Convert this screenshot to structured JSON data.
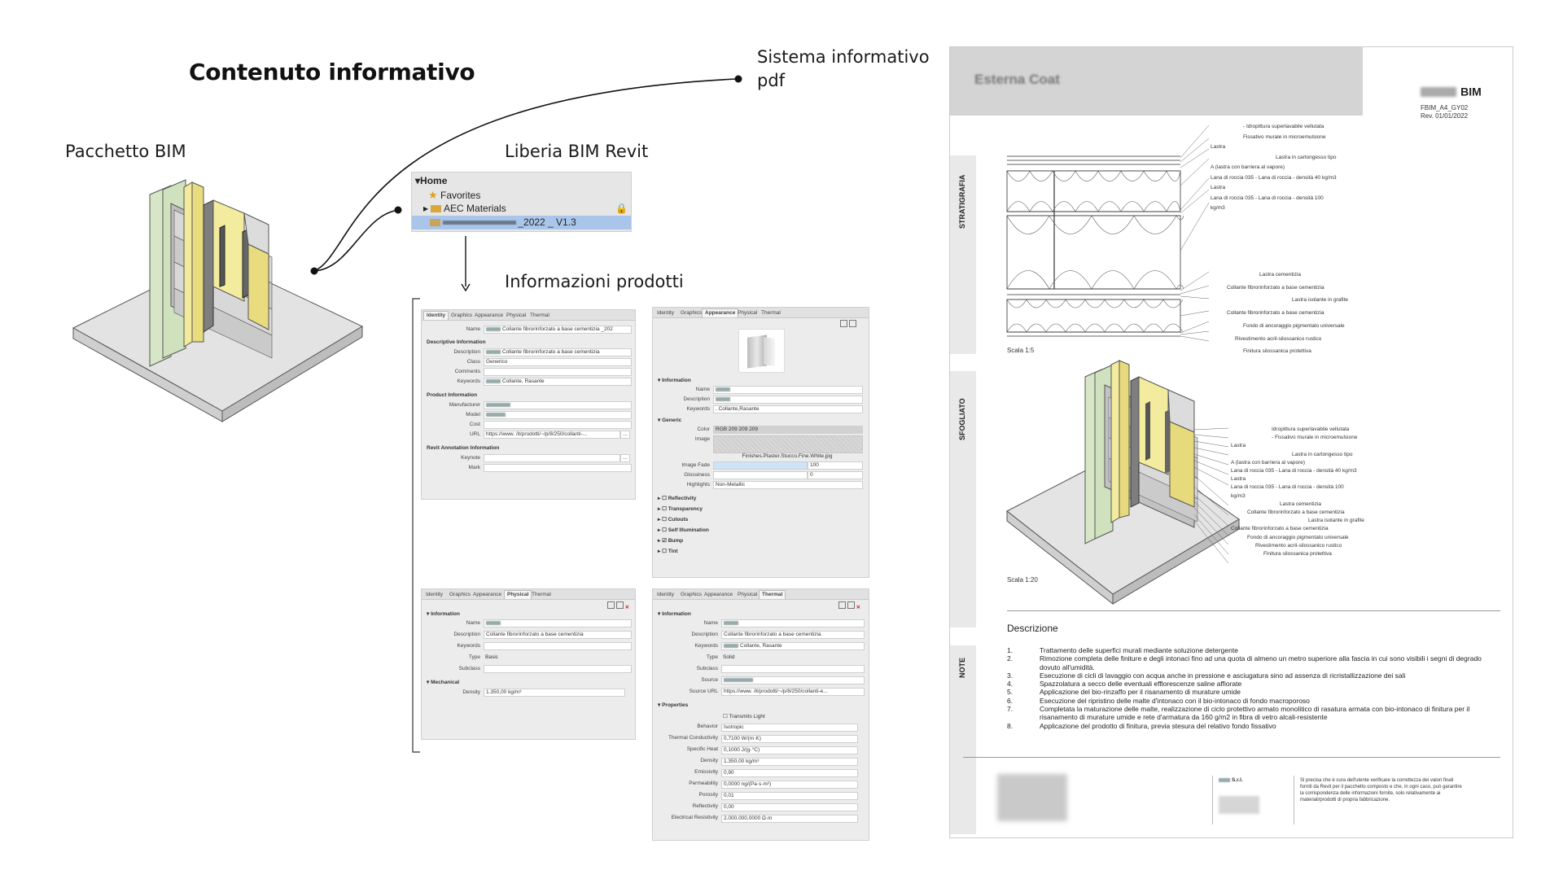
{
  "title": "Contenuto informativo",
  "labels": {
    "bim_package": "Pacchetto BIM",
    "revit_library": "Liberia BIM Revit",
    "pdf_system": "Sistema informativo\npdf",
    "product_info": "Informazioni prodotti"
  },
  "revit_tree": {
    "home": "Home",
    "favorites": "Favorites",
    "aec": "AEC Materials",
    "library_item": "_2022 _ V1.3"
  },
  "identity_panel": {
    "tabs": [
      "Identity",
      "Graphics",
      "Appearance",
      "Physical",
      "Thermal"
    ],
    "name_label": "Name",
    "name_value": "Collante fibrorinforzato a base cementizia _202",
    "descriptive_header": "Descriptive Information",
    "description_label": "Description",
    "description_value": "Collante fibrorinforzato a base cementizia",
    "class_label": "Class",
    "class_value": "Generico",
    "comments_label": "Comments",
    "keywords_label": "Keywords",
    "keywords_value": "Collante, Rasante",
    "product_header": "Product Information",
    "manufacturer_label": "Manufacturer",
    "model_label": "Model",
    "cost_label": "Cost",
    "url_label": "URL",
    "url_value": "https://www.           /it/prodotti/~/p/8/250/collanti-...",
    "revit_header": "Revit Annotation Information",
    "keynote_label": "Keynote",
    "mark_label": "Mark"
  },
  "appearance_panel": {
    "tabs": [
      "Identity",
      "Graphics",
      "Appearance",
      "Physical",
      "Thermal"
    ],
    "info_header": "Information",
    "name_label": "Name",
    "description_label": "Description",
    "keywords_label": "Keywords",
    "keywords_value": ", Collante,Rasante",
    "generic_header": "Generic",
    "color_label": "Color",
    "color_value": "RGB 209 209 209",
    "image_label": "Image",
    "image_file": "Finishes.Plaster.Stucco.Fine.White.jpg",
    "image_fade_label": "Image Fade",
    "image_fade_value": "100",
    "glossiness_label": "Glossiness",
    "glossiness_value": "0",
    "highlights_label": "Highlights",
    "highlights_value": "Non-Metallic",
    "sections": [
      "Reflectivity",
      "Transparency",
      "Cutouts",
      "Self Illumination",
      "Bump",
      "Tint"
    ]
  },
  "physical_panel": {
    "tabs": [
      "Identity",
      "Graphics",
      "Appearance",
      "Physical",
      "Thermal"
    ],
    "info_header": "Information",
    "name_label": "Name",
    "description_label": "Description",
    "description_value": "Collante fibrorinforzato a base cementizia",
    "keywords_label": "Keywords",
    "type_label": "Type",
    "type_value": "Basic",
    "subclass_label": "Subclass",
    "mechanical_header": "Mechanical",
    "density_label": "Density",
    "density_value": "1.350,00 kg/m³"
  },
  "thermal_panel": {
    "tabs": [
      "Identity",
      "Graphics",
      "Appearance",
      "Physical",
      "Thermal"
    ],
    "info_header": "Information",
    "name_label": "Name",
    "description_label": "Description",
    "description_value": "Collante fibrorinforzato a base cementizia",
    "keywords_label": "Keywords",
    "keywords_value": "Collante, Rasante",
    "type_label": "Type",
    "type_value": "Solid",
    "subclass_label": "Subclass",
    "source_label": "Source",
    "source_url_label": "Source URL",
    "source_url_value": "https://www.           /it/prodotti/~/p/8/250/collanti-e...",
    "properties_header": "Properties",
    "transmits_light": "Transmits Light",
    "rows": [
      {
        "label": "Behavior",
        "value": "Isotropic"
      },
      {
        "label": "Thermal Conductivity",
        "value": "0,7100 W/(m·K)"
      },
      {
        "label": "Specific Heat",
        "value": "0,1000 J/(g·°C)"
      },
      {
        "label": "Density",
        "value": "1.350,00 kg/m³"
      },
      {
        "label": "Emissivity",
        "value": "0,90"
      },
      {
        "label": "Permeability",
        "value": "0,0000 ng/(Pa·s·m²)"
      },
      {
        "label": "Porosity",
        "value": "0,01"
      },
      {
        "label": "Reflectivity",
        "value": "0,00"
      },
      {
        "label": "Electrical Resistivity",
        "value": "2.000.000,0000 Ω·m"
      }
    ]
  },
  "document": {
    "header_title": "Esterna Coat",
    "brand": "BIM",
    "code": "FBIM_A4_GY02",
    "rev": "Rev. 01/01/2022",
    "side_tabs": [
      "STRATIGRAFIA",
      "SFOGLIATO",
      "NOTE"
    ],
    "layers_top": [
      "- Idropittura superlavabile vellutata",
      "Fissativo murale in microemulsione",
      "Lastra",
      "Lastra in cartongesso tipo",
      "A (lastra con barriera al vapore)",
      "Lana di roccia 035 - Lana di roccia - densità 40 kg/m3",
      "Lastra",
      "Lana di roccia 035 - Lana di roccia - densità 100",
      "kg/m3"
    ],
    "layers_bottom": [
      "Lastra cementizia",
      "Collante fibrorinforzato a base cementizia",
      "Lastra isolante in grafite",
      "Collante fibrorinforzato a base cementizia",
      "Fondo di ancoraggio pigmentato universale",
      "Rivestimento acril-silossanico rustico",
      "Finitura silossanica protettiva"
    ],
    "exploded_labels": [
      "Idropittura superlavabile vellutata",
      "- Fissativo murale in microemulsione",
      "Lastra",
      "Lastra in cartongesso tipo",
      "A (lastra con barriera al vapore)",
      "Lana di roccia 035 - Lana di roccia - densità 40 kg/m3",
      "Lastra",
      "Lana di roccia 035 - Lana di roccia - densità 100",
      "kg/m3",
      "Lastra cementizia",
      "Collante fibrorinforzato a base cementizia",
      "Lastra isolante in grafite",
      "Collante fibrorinforzato a base cementizia",
      "Fondo di ancoraggio pigmentato universale",
      "Rivestimento acril-silossanico rustico",
      "Finitura silossanica protettiva"
    ],
    "scale_1": "Scala 1:5",
    "scale_2": "Scala 1:20",
    "description_title": "Descrizione",
    "steps": [
      "Trattamento delle superfici murali mediante soluzione detergente",
      "Rimozione completa delle finiture e degli intonaci fino ad una quota di almeno un metro superiore alla fascia in cui sono visibili i segni di degrado dovuto all'umidità.",
      "Esecuzione di cicli di lavaggio con acqua anche in pressione e asciugatura sino ad assenza di ricristallizzazione dei sali",
      "Spazzolatura a secco delle eventuali efflorescenze saline affiorate",
      "Applicazione del bio-rinzaffo per il risanamento di murature umide",
      "Esecuzione del ripristino delle malte d'intonaco con il bio-intonaco di fondo macroporoso",
      "Completata la maturazione delle malte, realizzazione di ciclo protettivo armato monolitico di rasatura armata con bio-intonaco di finitura per il risanamento di murature umide e rete d'armatura da 160 g/m2 in fibra di vetro alcali-resistente",
      "Applicazione del prodotto di finitura, previa stesura del relativo fondo fissativo"
    ],
    "footer_company": "S.r.l.",
    "disclaimer": "Si precisa che è cura dell'utente verificare la correttezza dei valori finali forniti da Revit per il pacchetto composto e che, in ogni caso, può garantire la corrispondenza delle informazioni fornite, solo relativamente ai materiali/prodotti di propria fabbricazione."
  }
}
